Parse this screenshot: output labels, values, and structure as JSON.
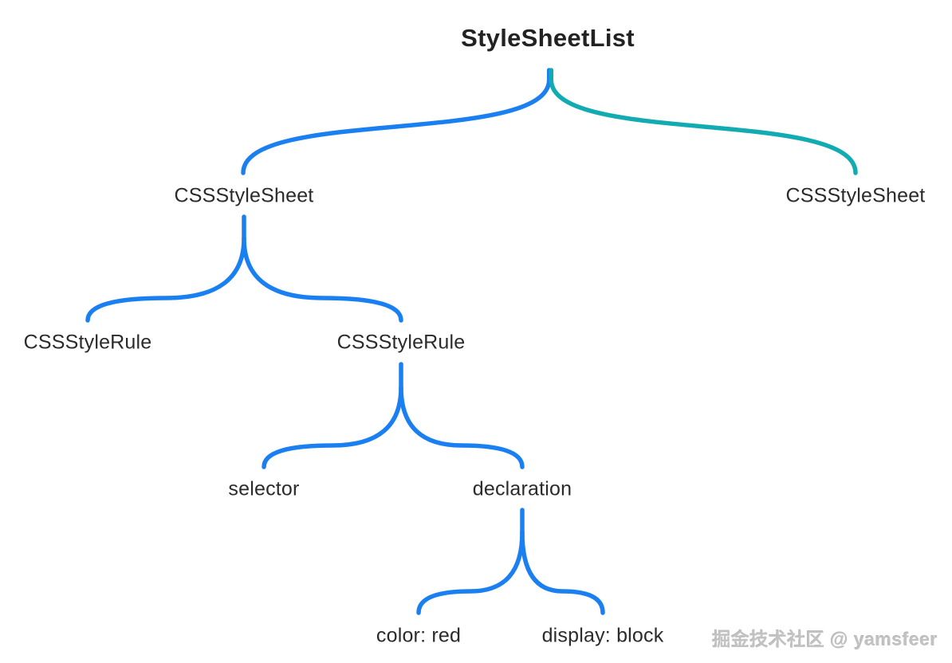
{
  "nodes": {
    "root": {
      "label": "StyleSheetList"
    },
    "sheet_left": {
      "label": "CSSStyleSheet"
    },
    "sheet_right": {
      "label": "CSSStyleSheet"
    },
    "rule_left": {
      "label": "CSSStyleRule"
    },
    "rule_right": {
      "label": "CSSStyleRule"
    },
    "selector": {
      "label": "selector"
    },
    "declaration": {
      "label": "declaration"
    },
    "decl_color": {
      "label": "color: red"
    },
    "decl_display": {
      "label": "display: block"
    }
  },
  "edges": [
    {
      "from": "root",
      "to": "sheet_left",
      "color": "blue"
    },
    {
      "from": "root",
      "to": "sheet_right",
      "color": "teal"
    },
    {
      "from": "sheet_left",
      "to": "rule_left",
      "color": "blue"
    },
    {
      "from": "sheet_left",
      "to": "rule_right",
      "color": "blue"
    },
    {
      "from": "rule_right",
      "to": "selector",
      "color": "blue"
    },
    {
      "from": "rule_right",
      "to": "declaration",
      "color": "blue"
    },
    {
      "from": "declaration",
      "to": "decl_color",
      "color": "blue"
    },
    {
      "from": "declaration",
      "to": "decl_display",
      "color": "blue"
    }
  ],
  "watermark": {
    "text": "掘金技术社区 @ yamsfeer"
  },
  "colors": {
    "blue": "#1a80f2",
    "teal": "#12abb2",
    "label": "#2b2b2b",
    "title": "#222222",
    "watermark": "#c2c2c2"
  }
}
